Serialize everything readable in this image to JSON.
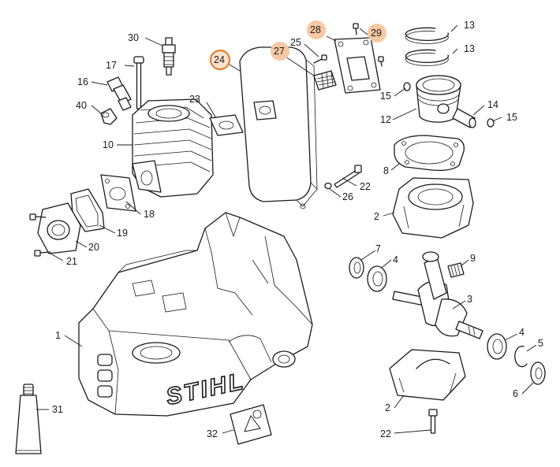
{
  "diagram": {
    "brand": "STIHL",
    "highlight": {
      "ring": "#e8802f",
      "fill": "#f6c9a4",
      "ring_fill": "#fbe3cf"
    },
    "callouts": [
      {
        "id": "c30",
        "text": "30",
        "style": "plain"
      },
      {
        "id": "c17",
        "text": "17",
        "style": "plain"
      },
      {
        "id": "c16",
        "text": "16",
        "style": "plain"
      },
      {
        "id": "c40",
        "text": "40",
        "style": "plain"
      },
      {
        "id": "c10",
        "text": "10",
        "style": "plain"
      },
      {
        "id": "c23",
        "text": "23",
        "style": "plain"
      },
      {
        "id": "c24",
        "text": "24",
        "style": "ring"
      },
      {
        "id": "c25",
        "text": "25",
        "style": "plain"
      },
      {
        "id": "c27",
        "text": "27",
        "style": "filled"
      },
      {
        "id": "c28",
        "text": "28",
        "style": "filled"
      },
      {
        "id": "c29",
        "text": "29",
        "style": "filled"
      },
      {
        "id": "c13a",
        "text": "13",
        "style": "plain"
      },
      {
        "id": "c13b",
        "text": "13",
        "style": "plain"
      },
      {
        "id": "c15a",
        "text": "15",
        "style": "plain"
      },
      {
        "id": "c14",
        "text": "14",
        "style": "plain"
      },
      {
        "id": "c12",
        "text": "12",
        "style": "plain"
      },
      {
        "id": "c15b",
        "text": "15",
        "style": "plain"
      },
      {
        "id": "c8",
        "text": "8",
        "style": "plain"
      },
      {
        "id": "c22a",
        "text": "22",
        "style": "plain"
      },
      {
        "id": "c26",
        "text": "26",
        "style": "plain"
      },
      {
        "id": "c2a",
        "text": "2",
        "style": "plain"
      },
      {
        "id": "c18",
        "text": "18",
        "style": "plain"
      },
      {
        "id": "c19",
        "text": "19",
        "style": "plain"
      },
      {
        "id": "c20",
        "text": "20",
        "style": "plain"
      },
      {
        "id": "c21",
        "text": "21",
        "style": "plain"
      },
      {
        "id": "c7",
        "text": "7",
        "style": "plain"
      },
      {
        "id": "c4a",
        "text": "4",
        "style": "plain"
      },
      {
        "id": "c9",
        "text": "9",
        "style": "plain"
      },
      {
        "id": "c3",
        "text": "3",
        "style": "plain"
      },
      {
        "id": "c1",
        "text": "1",
        "style": "plain"
      },
      {
        "id": "c4b",
        "text": "4",
        "style": "plain"
      },
      {
        "id": "c5",
        "text": "5",
        "style": "plain"
      },
      {
        "id": "c6",
        "text": "6",
        "style": "plain"
      },
      {
        "id": "c2b",
        "text": "2",
        "style": "plain"
      },
      {
        "id": "c22b",
        "text": "22",
        "style": "plain"
      },
      {
        "id": "c31",
        "text": "31",
        "style": "plain"
      },
      {
        "id": "c32",
        "text": "32",
        "style": "plain"
      }
    ]
  }
}
